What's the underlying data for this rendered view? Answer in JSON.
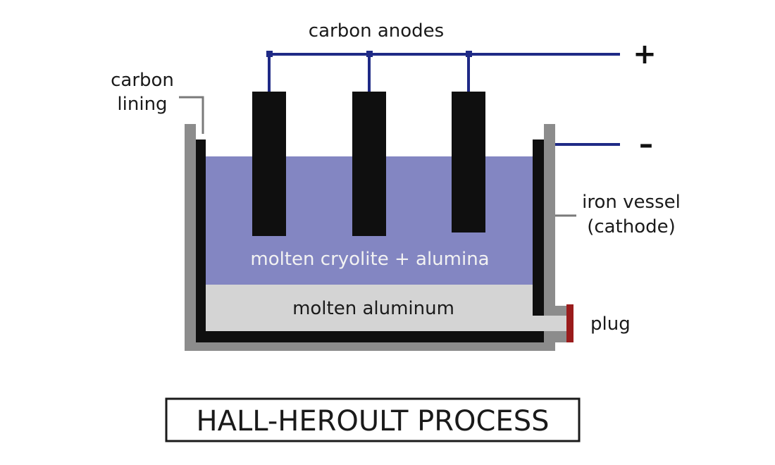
{
  "labels": {
    "carbon_anodes": "carbon anodes",
    "plus_sign": "+",
    "minus_sign": "–",
    "carbon_lining_line1": "carbon",
    "carbon_lining_line2": "lining",
    "iron_vessel_line1": "iron vessel",
    "iron_vessel_line2": "(cathode)",
    "cryolite": "molten cryolite + alumina",
    "aluminum": "molten aluminum",
    "plug": "plug"
  },
  "title": "HALL-HEROULT PROCESS",
  "colors": {
    "vessel_gray": "#8c8c8c",
    "lining_black": "#0f0f0f",
    "cryolite_blue": "#8386c2",
    "aluminum_gray": "#d4d4d4",
    "wire_navy": "#1f2a86",
    "plug_red": "#9a1c1c"
  }
}
